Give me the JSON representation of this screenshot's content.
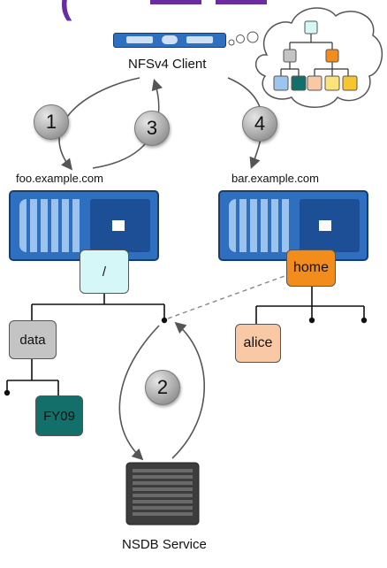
{
  "header_fragment": "(",
  "nodes": {
    "client_label": "NFSv4 Client",
    "foo_label": "foo.example.com",
    "bar_label": "bar.example.com",
    "nsdb_label": "NSDB Service"
  },
  "tree": {
    "root": "/",
    "data": "data",
    "fy09": "FY09",
    "home": "home",
    "alice": "alice"
  },
  "steps": [
    "1",
    "2",
    "3",
    "4"
  ],
  "colors": {
    "root": "#d6f7f7",
    "data": "#c4c4c4",
    "fy09": "#136f6a",
    "home": "#f28c1b",
    "alice": "#f8c9a4",
    "server_blue": "#2f6fc0",
    "purple": "#6a2ca0"
  }
}
